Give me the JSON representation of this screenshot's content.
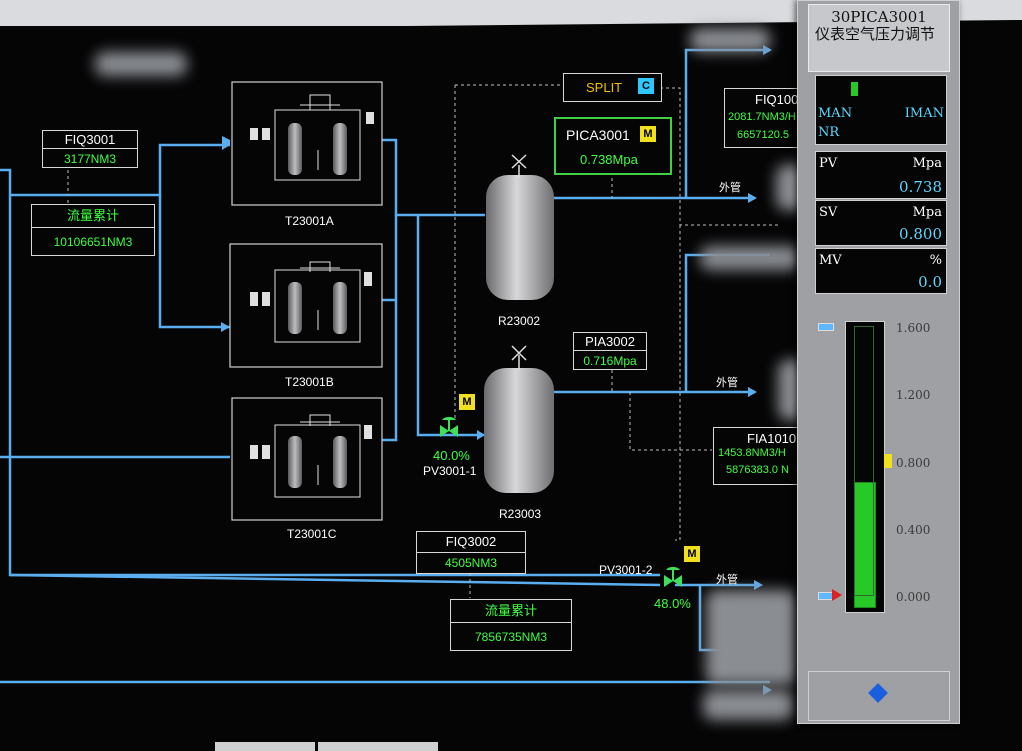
{
  "app_title": "Redacted plant label",
  "trains": [
    {
      "tag": "T23001A"
    },
    {
      "tag": "T23001B"
    },
    {
      "tag": "T23001C"
    }
  ],
  "fiq3001": {
    "name": "FIQ3001",
    "value": "3177NM3"
  },
  "total1": {
    "name": "流量累计",
    "value": "10106651NM3"
  },
  "split": {
    "label": "SPLIT",
    "mode": "C"
  },
  "pica3001": {
    "name": "PICA3001",
    "mode": "M",
    "value": "0.738Mpa"
  },
  "r23002": "R23002",
  "r23003": "R23003",
  "pia3002": {
    "name": "PIA3002",
    "value": "0.716Mpa"
  },
  "pv3001_1": {
    "mode": "M",
    "pct": "40.0%",
    "tag": "PV3001-1"
  },
  "pv3001_2": {
    "mode": "M",
    "pct": "48.0%",
    "tag": "PV3001-2"
  },
  "fiq3002": {
    "name": "FIQ3002",
    "value": "4505NM3"
  },
  "total2": {
    "name": "流量累计",
    "value": "7856735NM3"
  },
  "fiq100": {
    "name": "FIQ100",
    "rate": "2081.7NM3/H",
    "total": "6657120.5"
  },
  "fia": {
    "name": "FIA1010",
    "rate": "1453.8NM3/H",
    "total": "5876383.0 N"
  },
  "outlet_labels": [
    "外管",
    "外管",
    "外管"
  ],
  "faceplate": {
    "tag": "30PICA3001",
    "desc": "仪表空气压力调节",
    "mode_man": "MAN",
    "mode_iman": "IMAN",
    "mode_nr": "NR",
    "pv_label": "PV",
    "pv_unit": "Mpa",
    "pv_value": "0.738",
    "sv_label": "SV",
    "sv_unit": "Mpa",
    "sv_value": "0.800",
    "mv_label": "MV",
    "mv_unit": "%",
    "mv_value": "0.0",
    "scale": [
      "1.600",
      "1.200",
      "0.800",
      "0.400",
      "0.000"
    ],
    "bar_level": 0.46,
    "colors": {
      "bar": "#28c828",
      "sp_marker": "#f0e020",
      "pv_marker": "#e02020"
    }
  },
  "colors": {
    "pipe": "#5aaef0",
    "label_green": "#40ff40",
    "badge": "#f0e020"
  }
}
